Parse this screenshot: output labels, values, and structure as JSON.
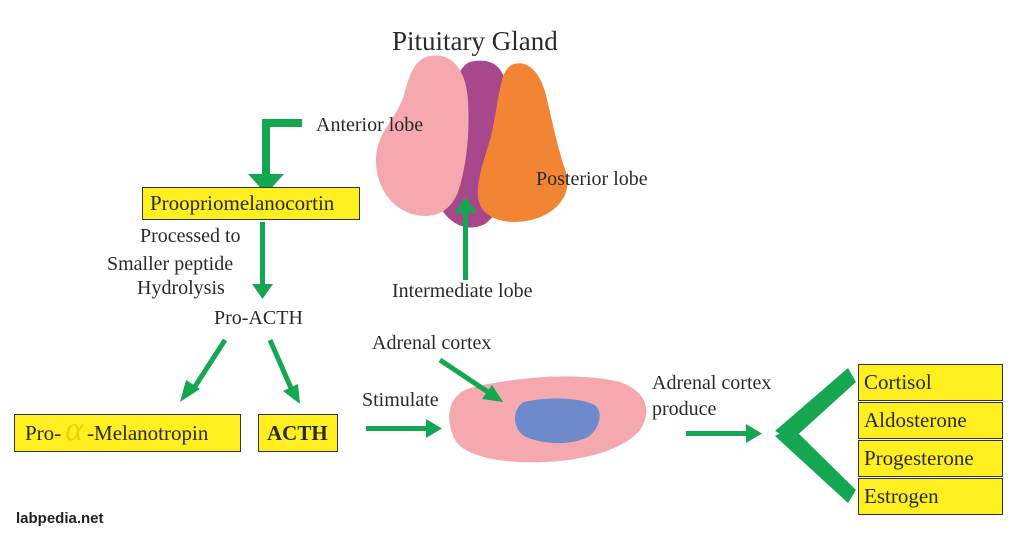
{
  "title": "Pituitary Gland",
  "labels": {
    "anterior_lobe": "Anterior lobe",
    "posterior_lobe": "Posterior lobe",
    "intermediate_lobe": "Intermediate lobe",
    "processed_to": "Processed to",
    "smaller_peptide": "Smaller peptide",
    "hydrolysis": "Hydrolysis",
    "pro_acth": "Pro-ACTH",
    "adrenal_cortex": "Adrenal cortex",
    "stimulate": "Stimulate",
    "adrenal_cortex_produce_1": "Adrenal cortex",
    "adrenal_cortex_produce_2": "produce"
  },
  "boxes": {
    "proopriomelanocortin": "Proopriomelanocortin",
    "pro_prefix": "Pro-",
    "alpha": "α",
    "melanotropin": "-Melanotropin",
    "acth": "ACTH"
  },
  "hormones": [
    "Cortisol",
    "Aldosterone",
    "Progesterone",
    "Estrogen"
  ],
  "brand": "labpedia.net",
  "colors": {
    "arrow_green": "#14a650",
    "box_yellow": "#ffef1f",
    "anterior_pink": "#f5a9ae",
    "intermediate_purple": "#a8478b",
    "posterior_orange": "#f28533",
    "adrenal_pink": "#f5a9ae",
    "adrenal_medulla_blue": "#6f8acb"
  }
}
